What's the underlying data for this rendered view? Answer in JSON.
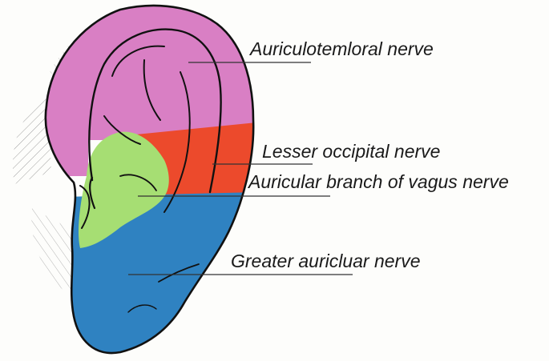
{
  "labels": {
    "auriculotemporal": "Auriculotemloral nerve",
    "lesser_occipital": "Lesser occipital nerve",
    "vagus": "Auricular branch of vagus nerve",
    "greater_auricular": "Greater auricluar nerve"
  },
  "region_colors": {
    "auriculotemporal": "#d97fc4",
    "lesser_occipital": "#ec4a2c",
    "vagus": "#a6de73",
    "greater_auricular": "#2f82c1"
  }
}
